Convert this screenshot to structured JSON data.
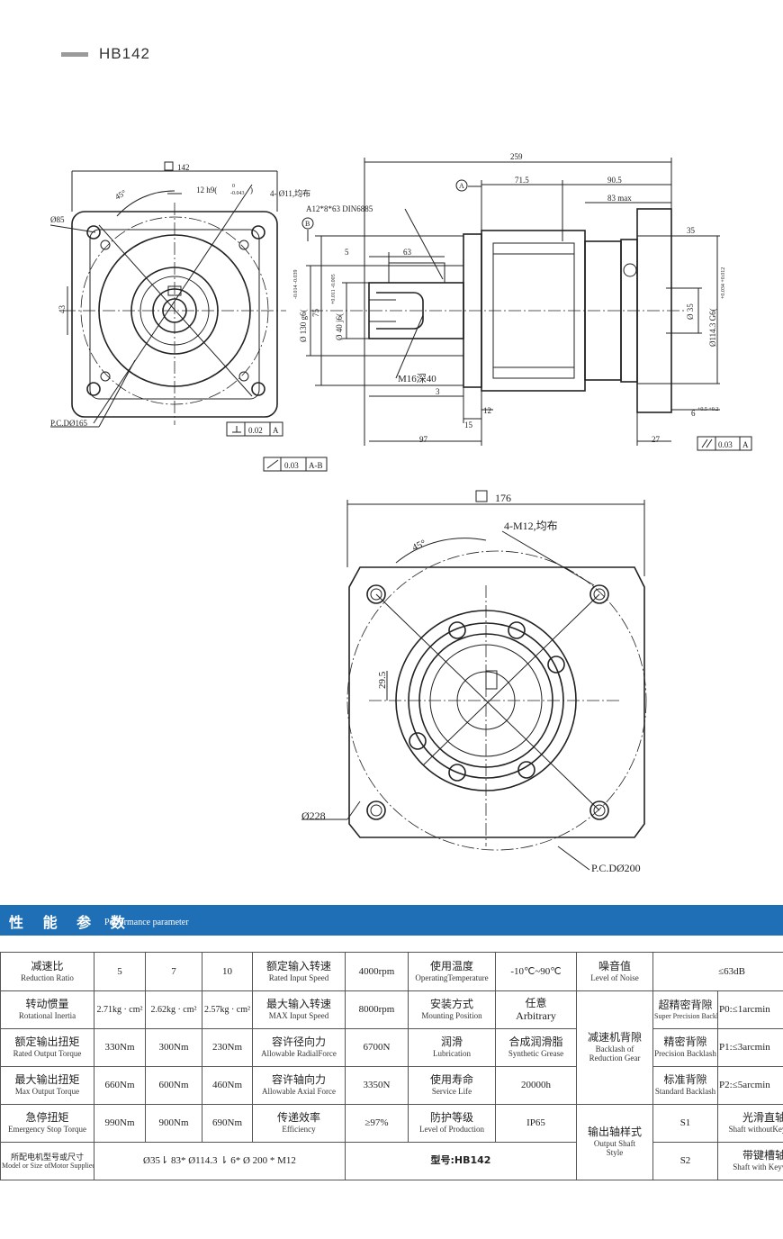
{
  "header": {
    "title": "HB142"
  },
  "drawing": {
    "side_labels": {
      "sq142": "142",
      "tol12": "12 h9(",
      "tol12_sup": "0",
      "tol12_sub": "-0.043",
      "tol12_close": ")",
      "holes4": "4- Ø11,均布",
      "angle45": "45°",
      "dia85": "Ø85",
      "dim43": "43",
      "pcd165": "P.C.DØ165",
      "fc1": "0.02",
      "fc1_ref": "A",
      "fc2": "0.03",
      "fc2_ref": "A-B",
      "datumA": "A",
      "datumB": "B",
      "key": "A12*8*63 DIN6885",
      "d259": "259",
      "d71": "71.5",
      "d90": "90.5",
      "d83": "83 max",
      "d35": "35",
      "d5": "5",
      "d63": "63",
      "d130": "Ø 130 g6(",
      "d130_tol": "-0.014 -0.039",
      "d75": "75",
      "d40": "Ø 40 j6(",
      "d40_tol": "+0.011 -0.005",
      "m16": "M16深40",
      "d3": "3",
      "d12": "12",
      "d15": "15",
      "d97": "97",
      "d27": "27",
      "d6": "6",
      "d6_tol": "+0.5 +0.2",
      "dia35": "Ø 35",
      "dia114": "Ø114.3 G6(",
      "dia114_tol": "+0.034 +0.012",
      "fc3": "0.03",
      "fc3_ref": "A"
    },
    "front_labels": {
      "sq176": "176",
      "m12": "4-M12,均布",
      "angle45": "45°",
      "d29": "29.5",
      "dia228": "Ø228",
      "pcd200": "P.C.DØ200"
    }
  },
  "performance": {
    "title_zh": "性 能 参 数",
    "title_en": "Performance parameter"
  },
  "table": {
    "r1": {
      "a_zh": "减速比",
      "a_en": "Reduction Ratio",
      "v1": "5",
      "v2": "7",
      "v3": "10",
      "b_zh": "额定输入转速",
      "b_en": "Rated Input Speed",
      "b_val": "4000rpm",
      "c_zh": "使用温度",
      "c_en": "OperatingTemperature",
      "c_val": "-10℃~90℃",
      "d_zh": "噪音值",
      "d_en": "Level of Noise",
      "d_val": "≤63dB"
    },
    "r2": {
      "a_zh": "转动惯量",
      "a_en": "Rotational Inertia",
      "v1": "2.71kg · cm²",
      "v2": "2.62kg · cm²",
      "v3": "2.57kg · cm²",
      "b_zh": "最大输入转速",
      "b_en": "MAX Input Speed",
      "b_val": "8000rpm",
      "c_zh": "安装方式",
      "c_en": "Mounting Position",
      "c_val_zh": "任意",
      "c_val_en": "Arbitrary",
      "e_zh": "超精密背隙",
      "e_en": "Super Precision Backlash",
      "e_val": "P0:≤1arcmin"
    },
    "r3": {
      "a_zh": "额定输出扭矩",
      "a_en": "Rated Output Torque",
      "v1": "330Nm",
      "v2": "300Nm",
      "v3": "230Nm",
      "b_zh": "容许径向力",
      "b_en": "Allowable RadialForce",
      "b_val": "6700N",
      "c_zh": "润滑",
      "c_en": "Lubrication",
      "c_val_zh": "合成润滑脂",
      "c_val_en": "Synthetic Grease",
      "d_zh": "减速机背隙",
      "d_en1": "Backlash of",
      "d_en2": "Reduction Gear",
      "e_zh": "精密背隙",
      "e_en": "Precision Backlash",
      "e_val": "P1:≤3arcmin"
    },
    "r4": {
      "a_zh": "最大输出扭矩",
      "a_en": "Max Output Torque",
      "v1": "660Nm",
      "v2": "600Nm",
      "v3": "460Nm",
      "b_zh": "容许轴向力",
      "b_en": "Allowable Axial Force",
      "b_val": "3350N",
      "c_zh": "使用寿命",
      "c_en": "Service Life",
      "c_val": "20000h",
      "e_zh": "标准背隙",
      "e_en": "Standard Backlash",
      "e_val": "P2:≤5arcmin"
    },
    "r5": {
      "a_zh": "急停扭矩",
      "a_en": "Emergency Stop Torque",
      "v1": "990Nm",
      "v2": "900Nm",
      "v3": "690Nm",
      "b_zh": "传递效率",
      "b_en": "Efficiency",
      "b_val": "≥97%",
      "c_zh": "防护等级",
      "c_en": "Level of Production",
      "c_val": "IP65",
      "d_zh": "输出轴样式",
      "d_en1": "Output Shaft",
      "d_en2": "Style",
      "e_code": "S1",
      "e_zh": "光滑直轴",
      "e_en": "Shaft withoutKeyway"
    },
    "r6": {
      "a_zh": "所配电机型号或尺寸",
      "a_en": "Model or Size ofMotor Supplied",
      "size": "Ø35⇂ 83* Ø114.3 ⇂ 6* Ø 200 * M12",
      "model": "型号:HB142",
      "e_code": "S2",
      "e_zh": "带键槽轴",
      "e_en": "Shaft with Keyway"
    }
  }
}
